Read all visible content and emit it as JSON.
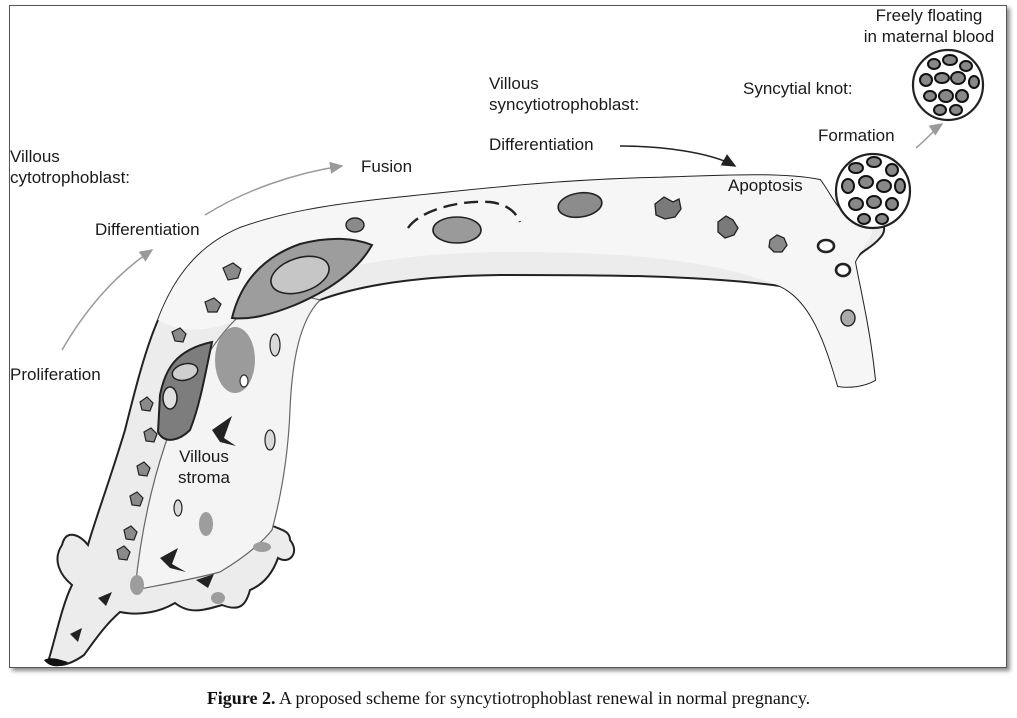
{
  "labels": {
    "villous_cyto_line1": "Villous",
    "villous_cyto_line2": "cytotrophoblast:",
    "proliferation": "Proliferation",
    "differentiation_left": "Differentiation",
    "fusion": "Fusion",
    "villous_syncytio_line1": "Villous",
    "villous_syncytio_line2": "syncytiotrophoblast:",
    "differentiation_right": "Differentiation",
    "apoptosis": "Apoptosis",
    "syncytial_knot": "Syncytial knot:",
    "formation": "Formation",
    "freely_floating_line1": "Freely floating",
    "freely_floating_line2": "in maternal blood",
    "villous_stroma_line1": "Villous",
    "villous_stroma_line2": "stroma"
  },
  "caption": {
    "label": "Figure 2.",
    "text": " A proposed scheme for syncytiotrophoblast renewal in normal pregnancy."
  }
}
